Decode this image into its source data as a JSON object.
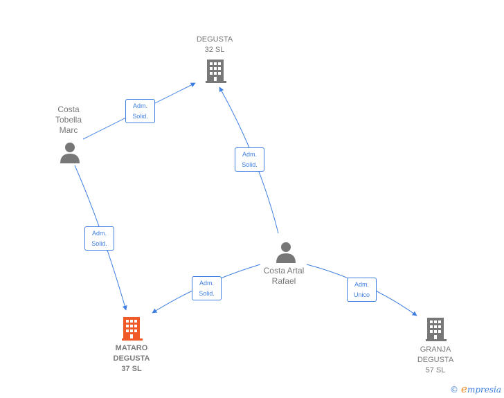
{
  "nodes": {
    "degusta32": {
      "line1": "DEGUSTA",
      "line2": "32 SL",
      "icon": "building-icon",
      "color": "#777777"
    },
    "mataro": {
      "line1": "MATARO",
      "line2": "DEGUSTA",
      "line3": "37  SL",
      "icon": "building-icon",
      "color": "#f05a28"
    },
    "granja": {
      "line1": "GRANJA",
      "line2": "DEGUSTA",
      "line3": "57  SL",
      "icon": "building-icon",
      "color": "#777777"
    },
    "costaTobella": {
      "line1": "Costa",
      "line2": "Tobella",
      "line3": "Marc",
      "icon": "person-icon",
      "color": "#777777"
    },
    "costaArtal": {
      "line1": "Costa Artal",
      "line2": "Rafael",
      "icon": "person-icon",
      "color": "#777777"
    }
  },
  "edges": {
    "tobellaToDegusta32": {
      "line1": "Adm.",
      "line2": "Solid."
    },
    "tobellaToMataro": {
      "line1": "Adm.",
      "line2": "Solid."
    },
    "artalToDegusta32": {
      "line1": "Adm.",
      "line2": "Solid."
    },
    "artalToMataro": {
      "line1": "Adm.",
      "line2": "Solid."
    },
    "artalToGranja": {
      "line1": "Adm.",
      "line2": "Unico"
    }
  },
  "colors": {
    "edge": "#3d7ee0",
    "node": "#777777",
    "highlight": "#f05a28"
  },
  "footer": {
    "copyright": "©",
    "brand_initial": "e",
    "brand_rest": "mpresia"
  }
}
